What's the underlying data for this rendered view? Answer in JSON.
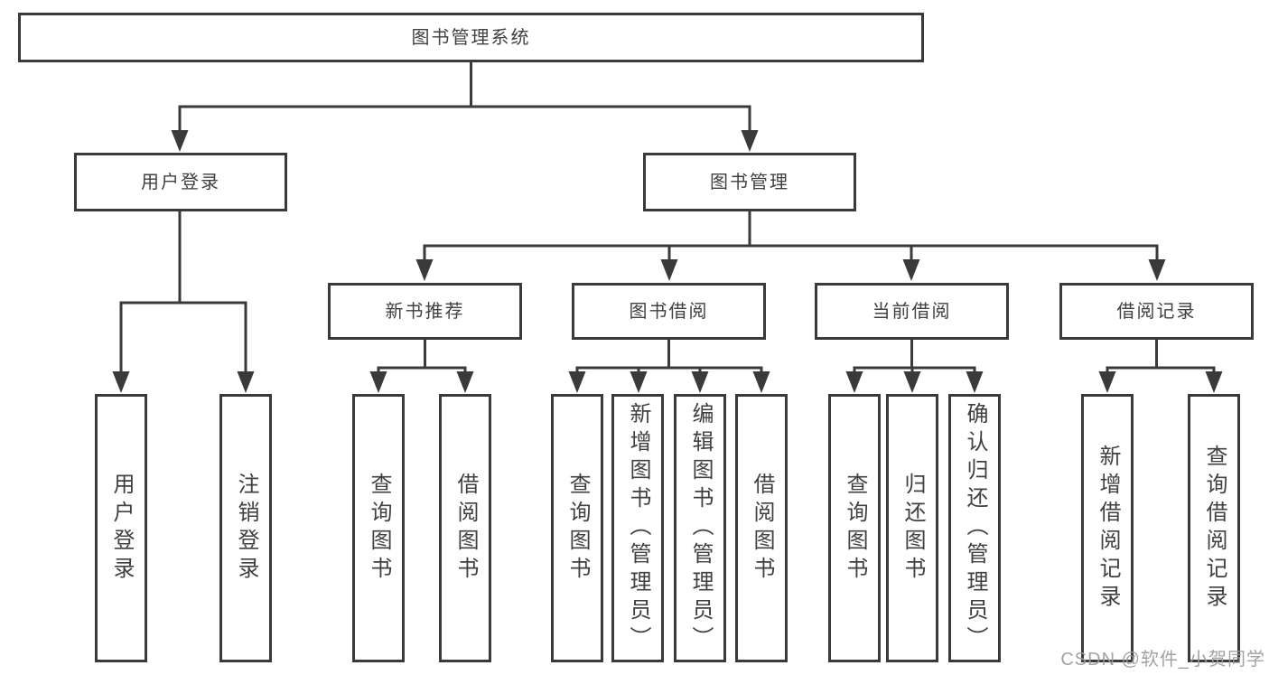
{
  "diagram": {
    "root": {
      "label": "图书管理系统"
    },
    "branches": [
      {
        "label": "用户登录",
        "children": [
          {
            "label": "用户登录"
          },
          {
            "label": "注销登录"
          }
        ]
      },
      {
        "label": "图书管理",
        "groups": [
          {
            "label": "新书推荐",
            "children": [
              {
                "label": "查询图书"
              },
              {
                "label": "借阅图书"
              }
            ]
          },
          {
            "label": "图书借阅",
            "children": [
              {
                "label": "查询图书"
              },
              {
                "label": "新增图书（管理员）"
              },
              {
                "label": "编辑图书（管理员）"
              },
              {
                "label": "借阅图书"
              }
            ]
          },
          {
            "label": "当前借阅",
            "children": [
              {
                "label": "查询图书"
              },
              {
                "label": "归还图书"
              },
              {
                "label": "确认归还（管理员）"
              }
            ]
          },
          {
            "label": "借阅记录",
            "children": [
              {
                "label": "新增借阅记录"
              },
              {
                "label": "查询借阅记录"
              }
            ]
          }
        ]
      }
    ]
  },
  "watermark": {
    "text": "CSDN @软件_小贺同学"
  },
  "colors": {
    "line": "#3a3a3a",
    "text": "#404040",
    "watermark": "#9b9b9b",
    "background": "#ffffff"
  }
}
